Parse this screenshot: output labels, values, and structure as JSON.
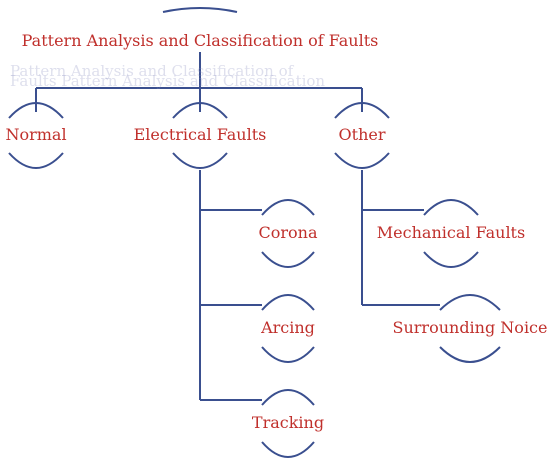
{
  "colors": {
    "line": "#3a4f8f",
    "text": "#c0302c",
    "ghost": "#8a8fc0"
  },
  "diagram": {
    "root": {
      "label": "Pattern Analysis and Classification of Faults"
    },
    "ghost_text": [
      "Pattern Analysis and Classification of",
      "Faults Pattern Analysis and Classification"
    ],
    "categories": [
      {
        "label": "Normal"
      },
      {
        "label": "Electrical Faults"
      },
      {
        "label": "Other"
      }
    ],
    "electrical_children": [
      {
        "label": "Corona"
      },
      {
        "label": "Arcing"
      },
      {
        "label": "Tracking"
      }
    ],
    "other_children": [
      {
        "label": "Mechanical Faults"
      },
      {
        "label": "Surrounding Noice"
      }
    ]
  }
}
